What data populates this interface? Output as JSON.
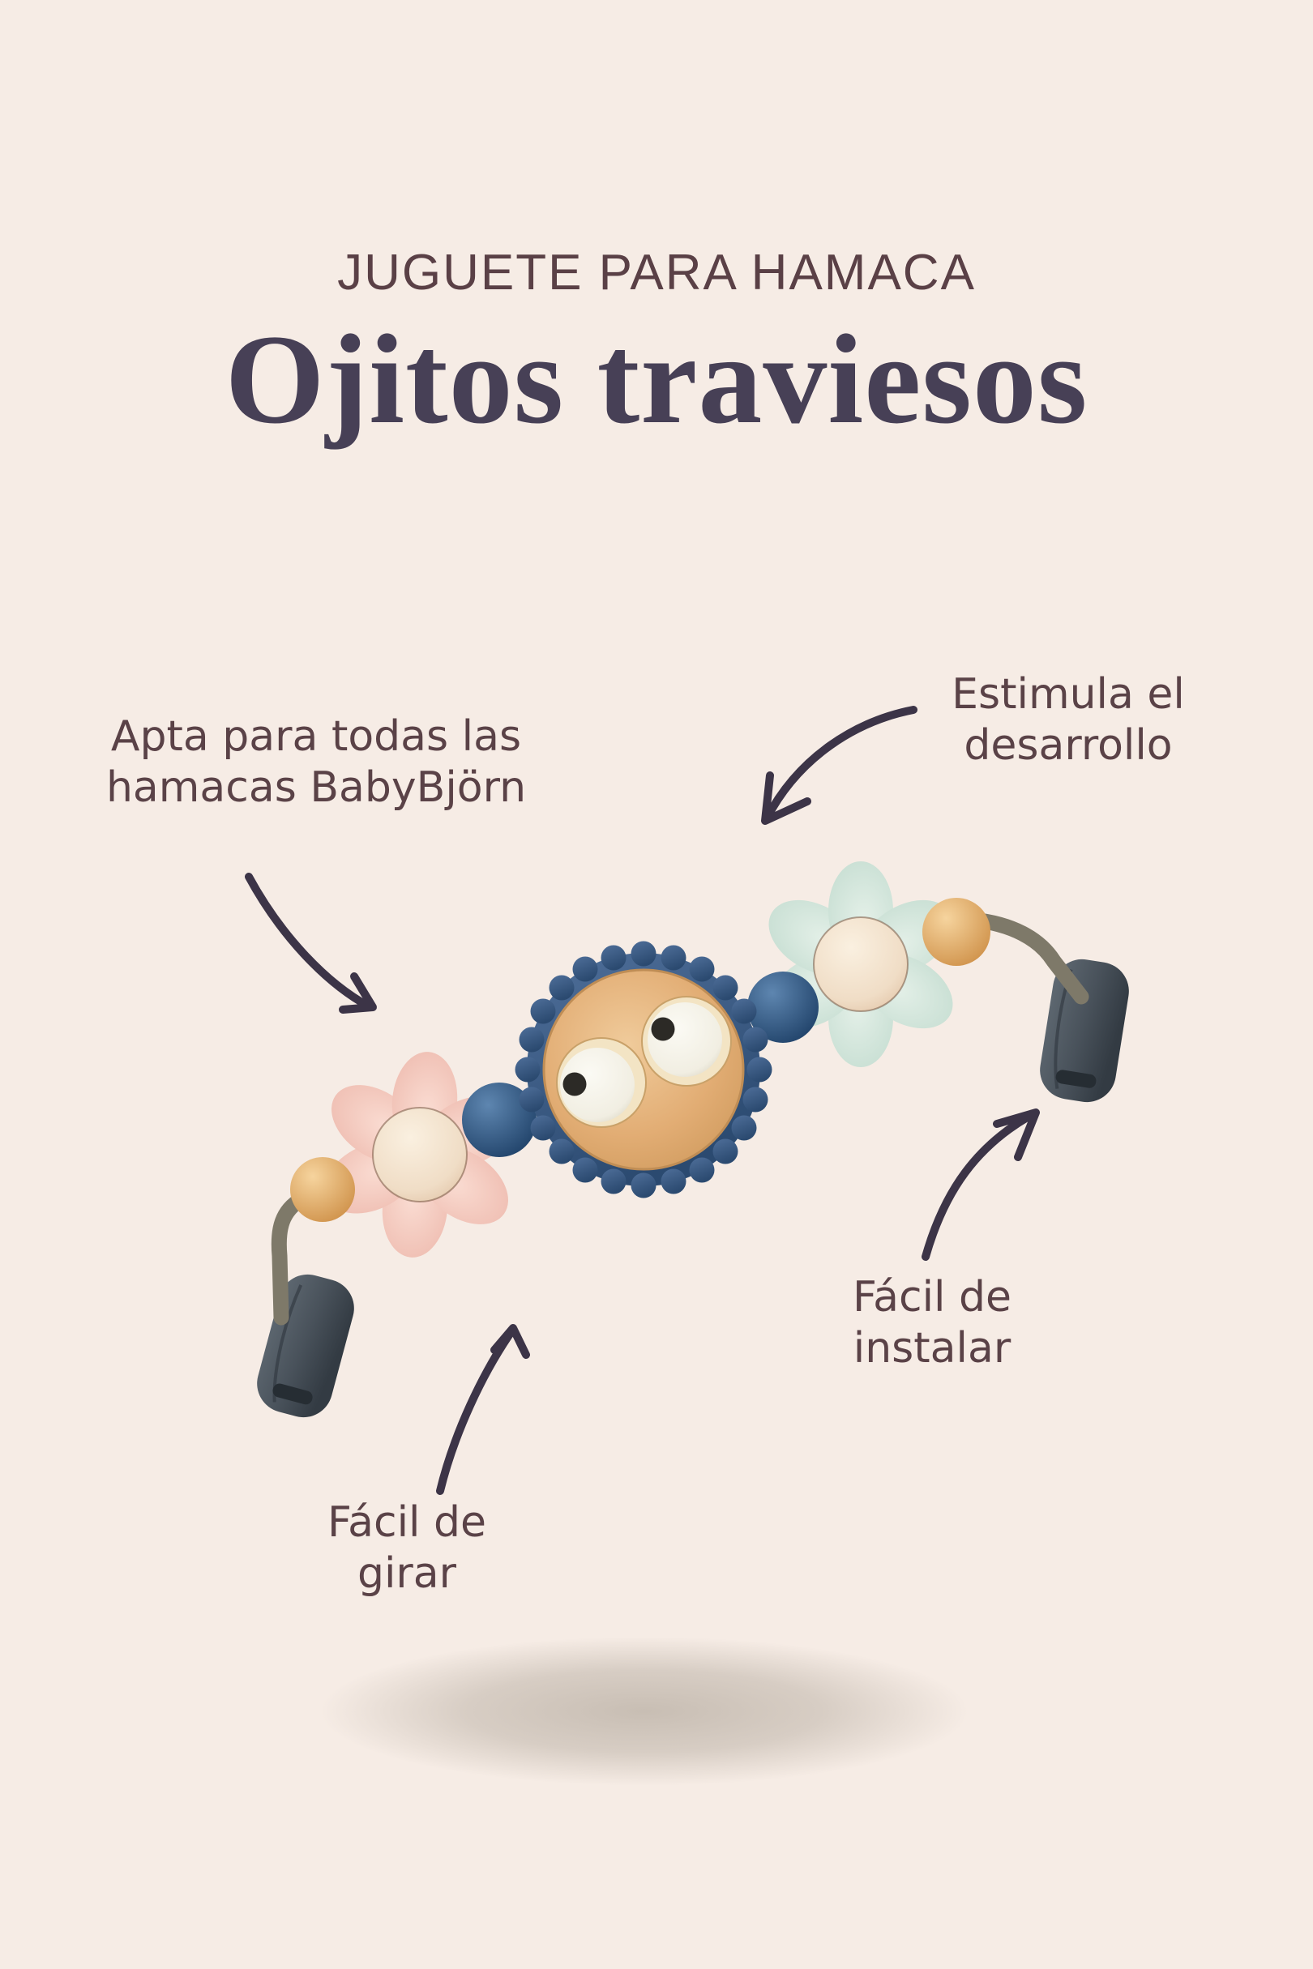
{
  "header": {
    "eyebrow": "JUGUETE PARA HAMACA",
    "title": "Ojitos traviesos"
  },
  "callouts": {
    "compatibility": "Apta para todas las\nhamacas BabyBjörn",
    "development": "Estimula el\ndesarrollo",
    "install": "Fácil de\ninstalar",
    "rotate": "Fácil de\ngirar"
  },
  "product": {
    "alt": "Juguete de barra con cara de ojitos móviles, flores rosa y menta, cuentas de madera y pinzas grises"
  },
  "palette": {
    "background": "#f6ece5",
    "heading_text": "#474056",
    "eyebrow_text": "#5a4046",
    "callout_text": "#5a4247",
    "arrow": "#3c3447",
    "navy": "#3c5d86",
    "face_wood": "#e0ab72",
    "cream": "#f2e3d0",
    "pink": "#f5cfc4",
    "mint": "#d9eae1",
    "wood_bead": "#e5b06c",
    "rod": "#7e7969",
    "clip": "#49525b",
    "shadow": "#968c7e"
  }
}
